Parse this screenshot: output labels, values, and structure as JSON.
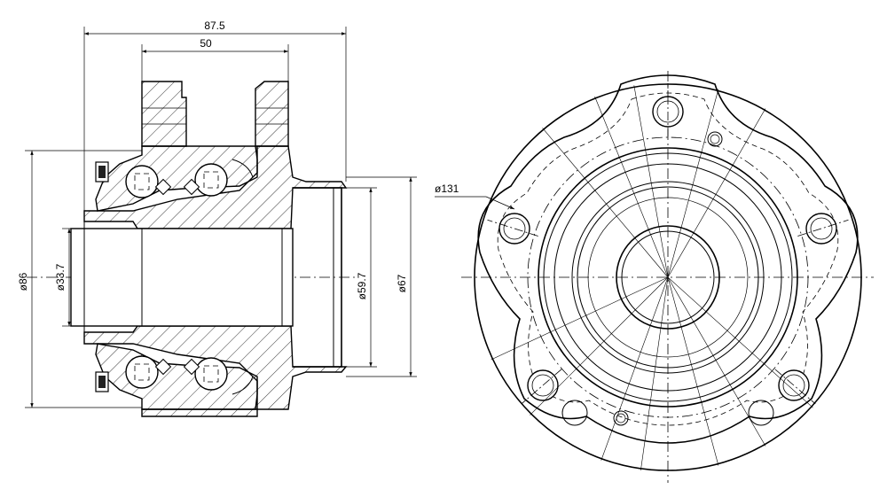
{
  "drawing": {
    "dimensions": {
      "overall_length": "87.5",
      "flange_width": "50",
      "outer_diameter": "ø86",
      "bore_diameter": "ø33.7",
      "pilot_diameter": "ø59.7",
      "hub_diameter": "ø67",
      "pcd_diameter": "ø131"
    }
  }
}
